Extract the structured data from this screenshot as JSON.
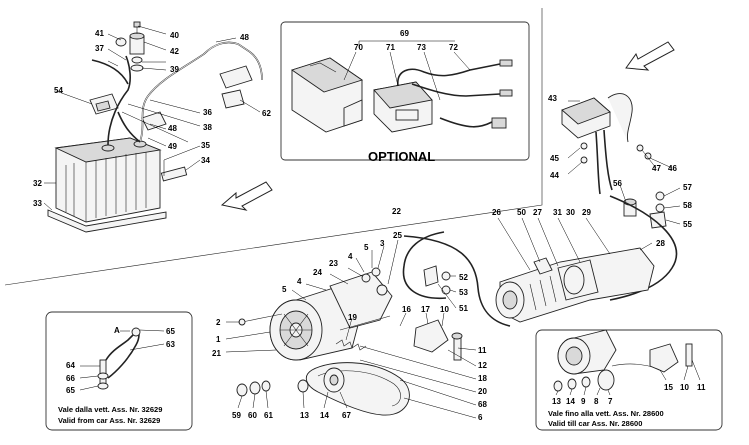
{
  "diagram": {
    "optional_label": "OPTIONAL",
    "inset_left": {
      "caption_it": "Vale dalla vett. Ass. Nr. 32629",
      "caption_en": "Valid from car Ass. Nr. 32629",
      "detail_letter": "A"
    },
    "inset_right": {
      "caption_it": "Vale fino alla vett. Ass. Nr. 28600",
      "caption_en": "Valid till car Ass. Nr. 28600"
    },
    "labels": {
      "l1": "1",
      "l2": "2",
      "l3": "3",
      "l4a": "4",
      "l4b": "4",
      "l5a": "5",
      "l5b": "5",
      "l6": "6",
      "l7": "7",
      "l8": "8",
      "l9": "9",
      "l10a": "10",
      "l10b": "10",
      "l11a": "11",
      "l11b": "11",
      "l12": "12",
      "l13a": "13",
      "l13b": "13",
      "l14a": "14",
      "l14b": "14",
      "l15": "15",
      "l16": "16",
      "l17": "17",
      "l18": "18",
      "l19": "19",
      "l20": "20",
      "l21": "21",
      "l22": "22",
      "l23": "23",
      "l24": "24",
      "l25": "25",
      "l26": "26",
      "l27": "27",
      "l28": "28",
      "l29": "29",
      "l30": "30",
      "l31": "31",
      "l32": "32",
      "l33": "33",
      "l34": "34",
      "l35": "35",
      "l36": "36",
      "l37": "37",
      "l38": "38",
      "l39": "39",
      "l40": "40",
      "l41": "41",
      "l42": "42",
      "l43": "43",
      "l44": "44",
      "l45": "45",
      "l46": "46",
      "l47": "47",
      "l48a": "48",
      "l48b": "48",
      "l49": "49",
      "l50": "50",
      "l51": "51",
      "l52": "52",
      "l53": "53",
      "l54": "54",
      "l55": "55",
      "l56": "56",
      "l57": "57",
      "l58": "58",
      "l59": "59",
      "l60": "60",
      "l61": "61",
      "l62": "62",
      "l63": "63",
      "l64": "64",
      "l65a": "65",
      "l65b": "65",
      "l66": "66",
      "l67": "67",
      "l68": "68",
      "l69": "69",
      "l70": "70",
      "l71": "71",
      "l72": "72",
      "l73": "73"
    }
  }
}
